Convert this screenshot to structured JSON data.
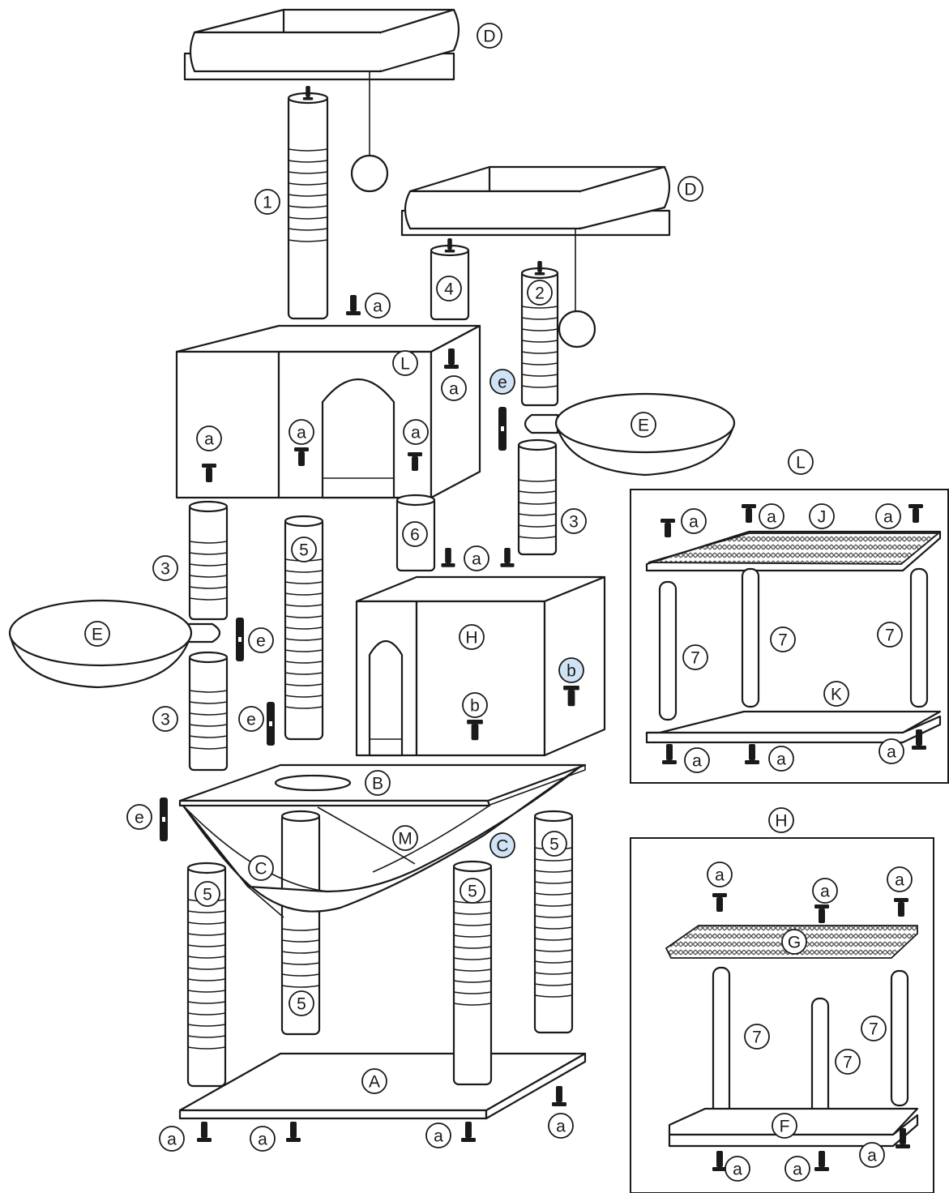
{
  "labels": {
    "A": "A",
    "B": "B",
    "C": "C",
    "D": "D",
    "E": "E",
    "F": "F",
    "G": "G",
    "H": "H",
    "J": "J",
    "K": "K",
    "L": "L",
    "M": "M",
    "a": "a",
    "b": "b",
    "e": "e",
    "n1": "1",
    "n2": "2",
    "n3": "3",
    "n4": "4",
    "n5": "5",
    "n6": "6",
    "n7": "7"
  },
  "colors": {
    "line": "#1a1a1a",
    "highlight": "#cfe3f5",
    "mesh": "#555555"
  }
}
